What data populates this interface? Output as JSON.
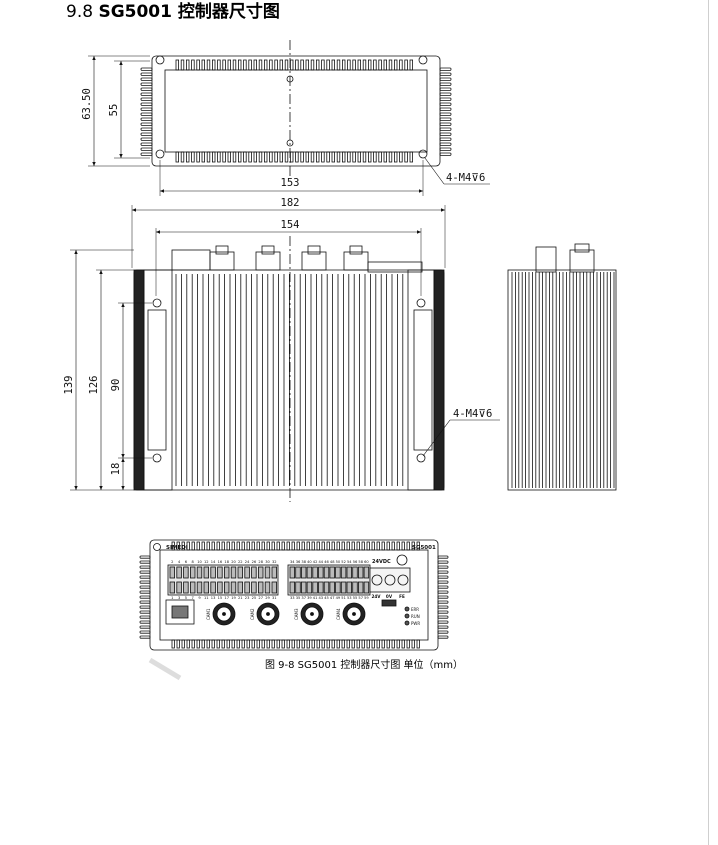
{
  "heading": {
    "number": "9.8",
    "title": "SG5001 控制器尺寸图"
  },
  "top_view": {
    "dims": {
      "outer_height": "63.50",
      "inner_height": "55",
      "hole_spacing": "153",
      "screw_note": "4-M4⊽6"
    }
  },
  "front_view": {
    "dims": {
      "overall_width": "182",
      "hole_width": "154",
      "overall_height": "139",
      "body_height": "126",
      "hole_height": "90",
      "bottom_offset": "18",
      "screw_note": "4-M4⊽6"
    }
  },
  "panel_view": {
    "brand": "SIMEDI",
    "model": "SG5001",
    "power_label": "24VDC",
    "power_terms": [
      "24V",
      "0V",
      "FE"
    ],
    "leds": [
      "ERR",
      "RUN",
      "PWR"
    ],
    "cams": [
      "CAM1",
      "CAM2",
      "CAM3",
      "CAM4"
    ],
    "io_top": [
      "2",
      "4",
      "6",
      "8",
      "10",
      "12",
      "14",
      "16",
      "18",
      "20",
      "22",
      "24",
      "26",
      "28",
      "30",
      "32",
      "34",
      "36",
      "38",
      "40",
      "42",
      "44",
      "46",
      "48",
      "50",
      "52",
      "54",
      "56",
      "58",
      "60"
    ],
    "io_bottom": [
      "1",
      "3",
      "5",
      "7",
      "9",
      "11",
      "13",
      "15",
      "17",
      "19",
      "21",
      "23",
      "25",
      "27",
      "29",
      "31",
      "33",
      "35",
      "37",
      "39",
      "41",
      "43",
      "45",
      "47",
      "49",
      "51",
      "53",
      "55",
      "57",
      "59"
    ]
  },
  "caption": "图 9-8   SG5001 控制器尺寸图 单位（mm）"
}
